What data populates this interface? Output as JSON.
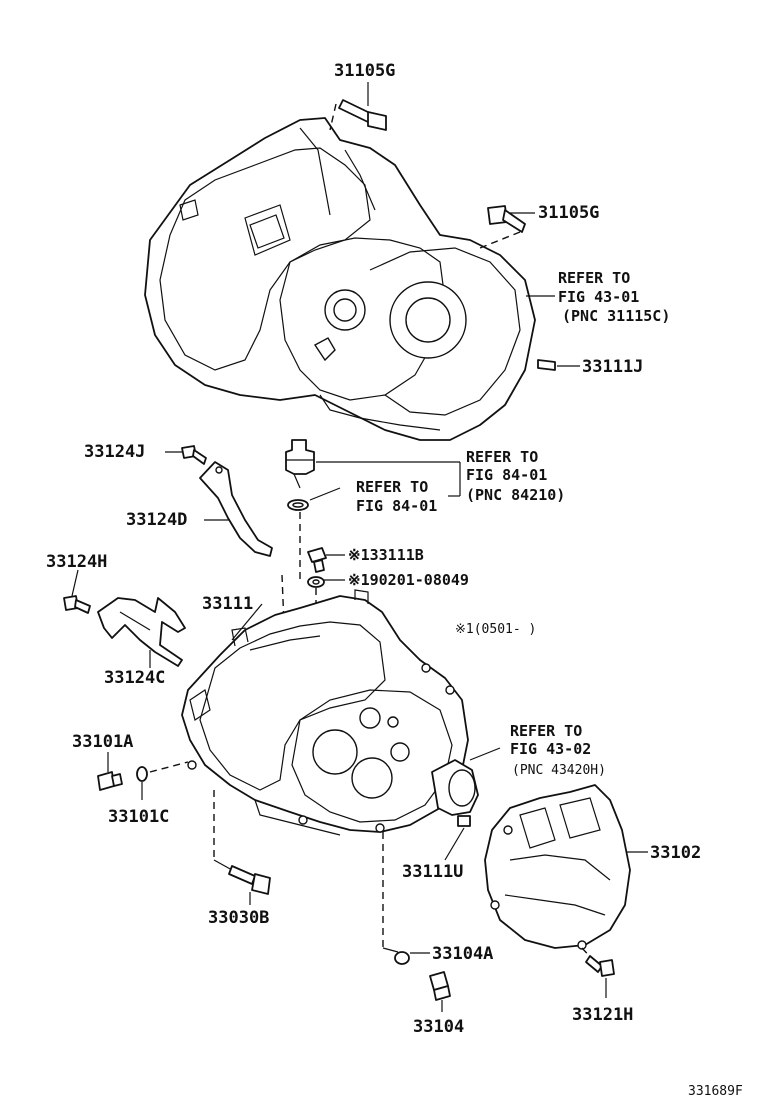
{
  "labels": {
    "top_bolt": "31105G",
    "side_bolt": "31105G",
    "dowel_upper": "33111J",
    "bolt_33124j": "33124J",
    "bracket_33124d": "33124D",
    "bolt_33124h": "33124H",
    "lever_33124c": "33124C",
    "case_33111": "33111",
    "plug_33101a": "33101A",
    "gasket_33101c": "33101C",
    "bolt_33030b": "33030B",
    "dowel_33111u": "33111U",
    "cover_33102": "33102",
    "gasket_33104a": "33104A",
    "plug_33104": "33104",
    "bolt_33121h": "33121H",
    "plug_33111b": "※133111B",
    "washer_190201": "※190201-08049",
    "footnote": "※1(0501-       )"
  },
  "refs": {
    "ref_43_01": [
      "REFER TO",
      "FIG 43-01",
      "(PNC 31115C)"
    ],
    "ref_84_01_a": [
      "REFER TO",
      "FIG 84-01",
      "(PNC 84210)"
    ],
    "ref_84_01_b": [
      "REFER TO",
      "FIG 84-01"
    ],
    "ref_43_02": [
      "REFER TO",
      "FIG 43-02",
      "(PNC 43420H)"
    ]
  },
  "figure_id": "331689F"
}
